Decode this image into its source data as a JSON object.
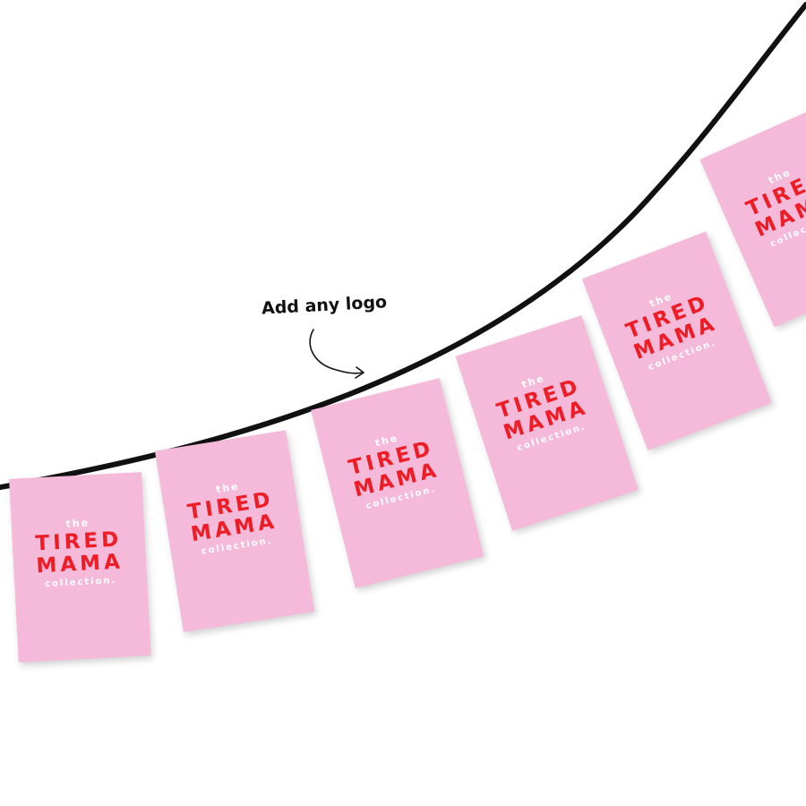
{
  "annotation": {
    "text": "Add any logo"
  },
  "logo": {
    "line1": "the",
    "line2": "TIRED",
    "line3": "MAMA",
    "line4": "collection."
  },
  "flag_count": 6,
  "colors": {
    "flag": "#f5b9d9",
    "logo_red": "#ee1c25",
    "logo_white": "#ffffff",
    "string": "#111111",
    "background": "#ffffff"
  }
}
